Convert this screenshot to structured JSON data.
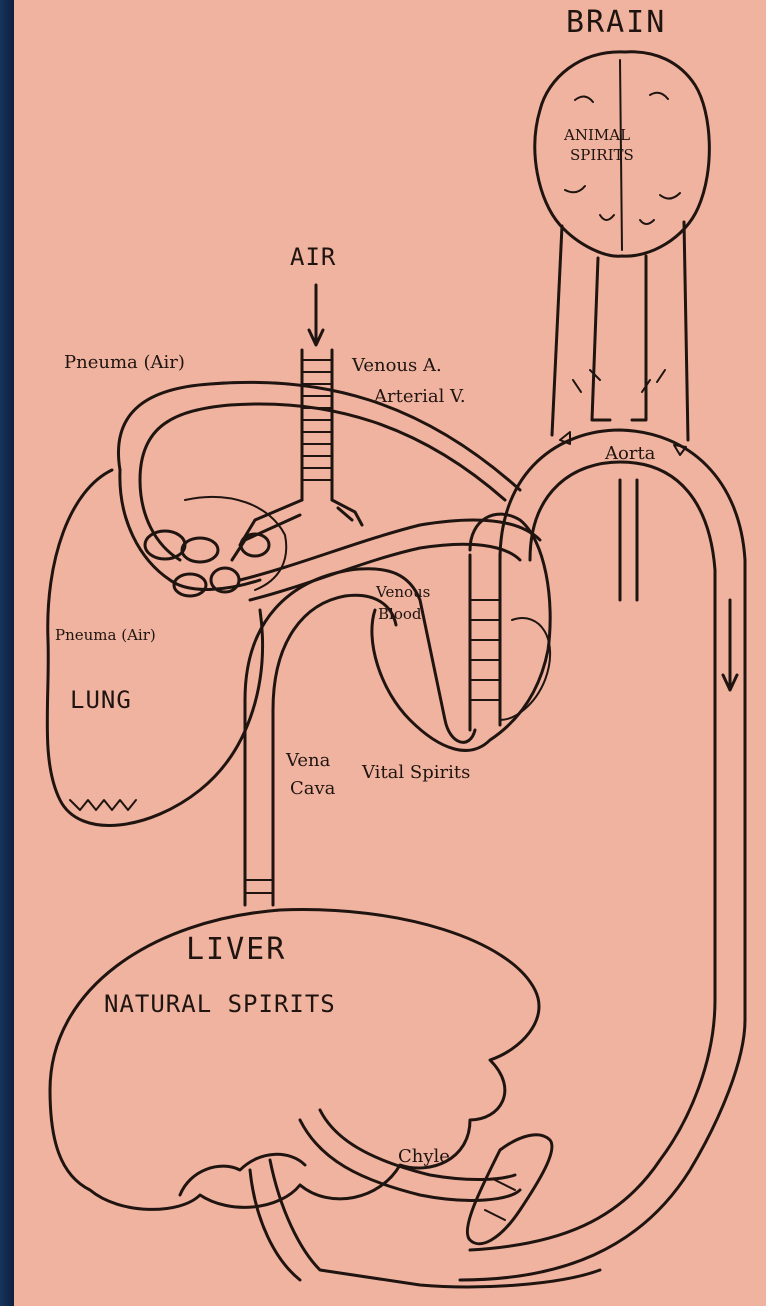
{
  "colors": {
    "paper": "#efb3a0",
    "ink": "#1f1410",
    "frame": "#0b1a33"
  },
  "labels": {
    "brain": "BRAIN",
    "animal_spirits_1": "ANIMAL",
    "animal_spirits_2": "SPIRITS",
    "air": "AIR",
    "pneuma_air_top": "Pneuma (Air)",
    "venous_a": "Venous A.",
    "arterial_v": "Arterial V.",
    "aorta": "Aorta",
    "venous_blood_1": "Venous",
    "venous_blood_2": "Blood",
    "pneuma_air_lung": "Pneuma (Air)",
    "lung": "LUNG",
    "vena_cava_1": "Vena",
    "vena_cava_2": "Cava",
    "vital_spirits": "Vital Spirits",
    "liver": "LIVER",
    "natural_spirits": "NATURAL SPIRITS",
    "chyle": "Chyle"
  }
}
